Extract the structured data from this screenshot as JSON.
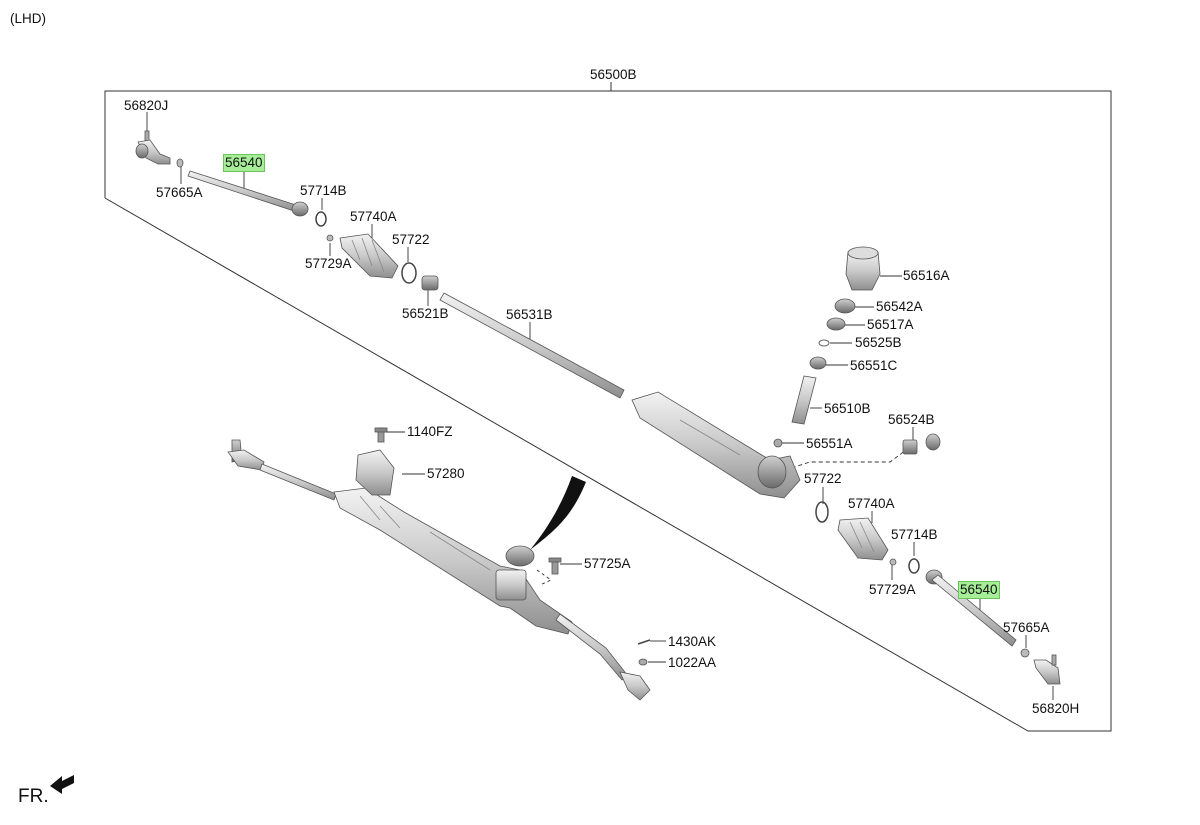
{
  "header": {
    "variant": "(LHD)"
  },
  "assembly": {
    "label": "56500B"
  },
  "direction": {
    "label": "FR."
  },
  "highlight_color": "#a6ee97",
  "labels": [
    {
      "text": "56820J",
      "highlighted": false
    },
    {
      "text": "56540",
      "highlighted": true
    },
    {
      "text": "57665A",
      "highlighted": false
    },
    {
      "text": "57714B",
      "highlighted": false
    },
    {
      "text": "57740A",
      "highlighted": false
    },
    {
      "text": "57722",
      "highlighted": false
    },
    {
      "text": "57729A",
      "highlighted": false
    },
    {
      "text": "56521B",
      "highlighted": false
    },
    {
      "text": "56531B",
      "highlighted": false
    },
    {
      "text": "56516A",
      "highlighted": false
    },
    {
      "text": "56542A",
      "highlighted": false
    },
    {
      "text": "56517A",
      "highlighted": false
    },
    {
      "text": "56525B",
      "highlighted": false
    },
    {
      "text": "56551C",
      "highlighted": false
    },
    {
      "text": "56510B",
      "highlighted": false
    },
    {
      "text": "56524B",
      "highlighted": false
    },
    {
      "text": "56551A",
      "highlighted": false
    },
    {
      "text": "57722",
      "highlighted": false
    },
    {
      "text": "57740A",
      "highlighted": false
    },
    {
      "text": "57714B",
      "highlighted": false
    },
    {
      "text": "57729A",
      "highlighted": false
    },
    {
      "text": "56540",
      "highlighted": true
    },
    {
      "text": "57665A",
      "highlighted": false
    },
    {
      "text": "56820H",
      "highlighted": false
    },
    {
      "text": "1140FZ",
      "highlighted": false
    },
    {
      "text": "57280",
      "highlighted": false
    },
    {
      "text": "57725A",
      "highlighted": false
    },
    {
      "text": "1430AK",
      "highlighted": false
    },
    {
      "text": "1022AA",
      "highlighted": false
    }
  ]
}
